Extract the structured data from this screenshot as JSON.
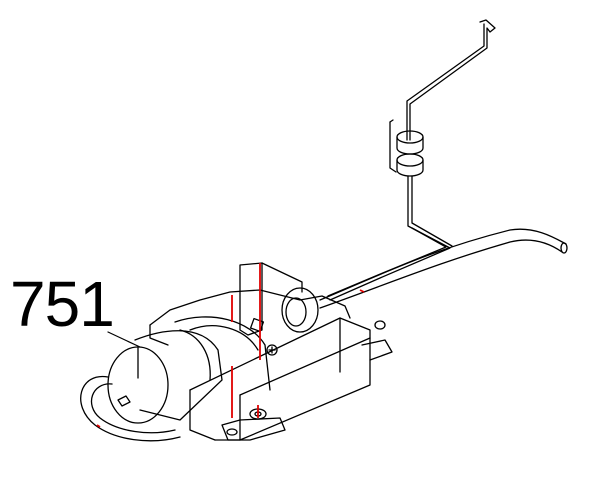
{
  "diagram": {
    "type": "exploded-parts-diagram",
    "callouts": [
      {
        "number": "751",
        "target": "pump-motor-assembly"
      }
    ],
    "parts": [
      {
        "name": "pump-motor-assembly"
      },
      {
        "name": "wire-harness-with-ferrite-cores"
      },
      {
        "name": "tube"
      }
    ],
    "colors": {
      "line": "#000000",
      "highlight": "#e00000",
      "background": "#ffffff"
    }
  }
}
